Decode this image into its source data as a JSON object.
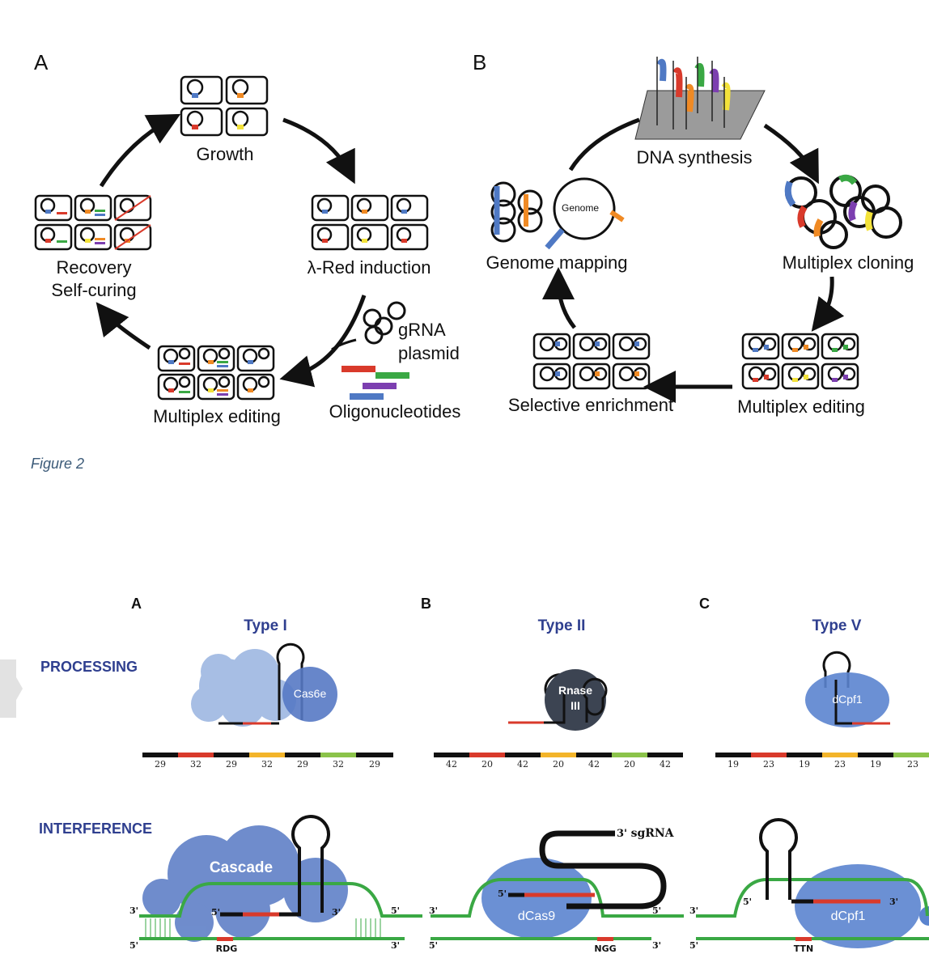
{
  "figure_top": {
    "panel_a": {
      "letter": "A",
      "growth": "Growth",
      "red_induction": "λ-Red induction",
      "recovery": "Recovery",
      "self_curing": "Self-curing",
      "multiplex_editing": "Multiplex editing",
      "grna": "gRNA",
      "plasmid": "plasmid",
      "oligos": "Oligonucleotides"
    },
    "panel_b": {
      "letter": "B",
      "dna_synthesis": "DNA synthesis",
      "multiplex_cloning": "Multiplex cloning",
      "multiplex_editing": "Multiplex editing",
      "selective_enrichment": "Selective enrichment",
      "genome_mapping": "Genome mapping",
      "genome": "Genome"
    },
    "caption": "Figure 2"
  },
  "figure_bottom": {
    "processing": "PROCESSING",
    "interference": "INTERFERENCE",
    "panel_a": {
      "letter": "A",
      "title": "Type I",
      "cas6e": "Cas6e",
      "cascade": "Cascade",
      "pam": "RDG",
      "spacers": [
        "29",
        "32",
        "29",
        "32",
        "29",
        "32",
        "29"
      ]
    },
    "panel_b": {
      "letter": "B",
      "title": "Type II",
      "rnase_line1": "Rnase",
      "rnase_line2": "III",
      "dcas9": "dCas9",
      "sgrna": "sgRNA",
      "pam": "NGG",
      "spacers": [
        "42",
        "20",
        "42",
        "20",
        "42",
        "20",
        "42"
      ]
    },
    "panel_c": {
      "letter": "C",
      "title": "Type V",
      "dcpf1": "dCpf1",
      "pam": "TTN",
      "spacers": [
        "19",
        "23",
        "19",
        "23",
        "19",
        "23"
      ]
    },
    "ends": {
      "three": "3'",
      "five": "5'"
    },
    "colors": {
      "blue": "#4f79c4",
      "green": "#3aa844",
      "red": "#d93a2b",
      "orange": "#f08a24",
      "yellow": "#f3e23a",
      "purple": "#7c3fb0"
    }
  }
}
